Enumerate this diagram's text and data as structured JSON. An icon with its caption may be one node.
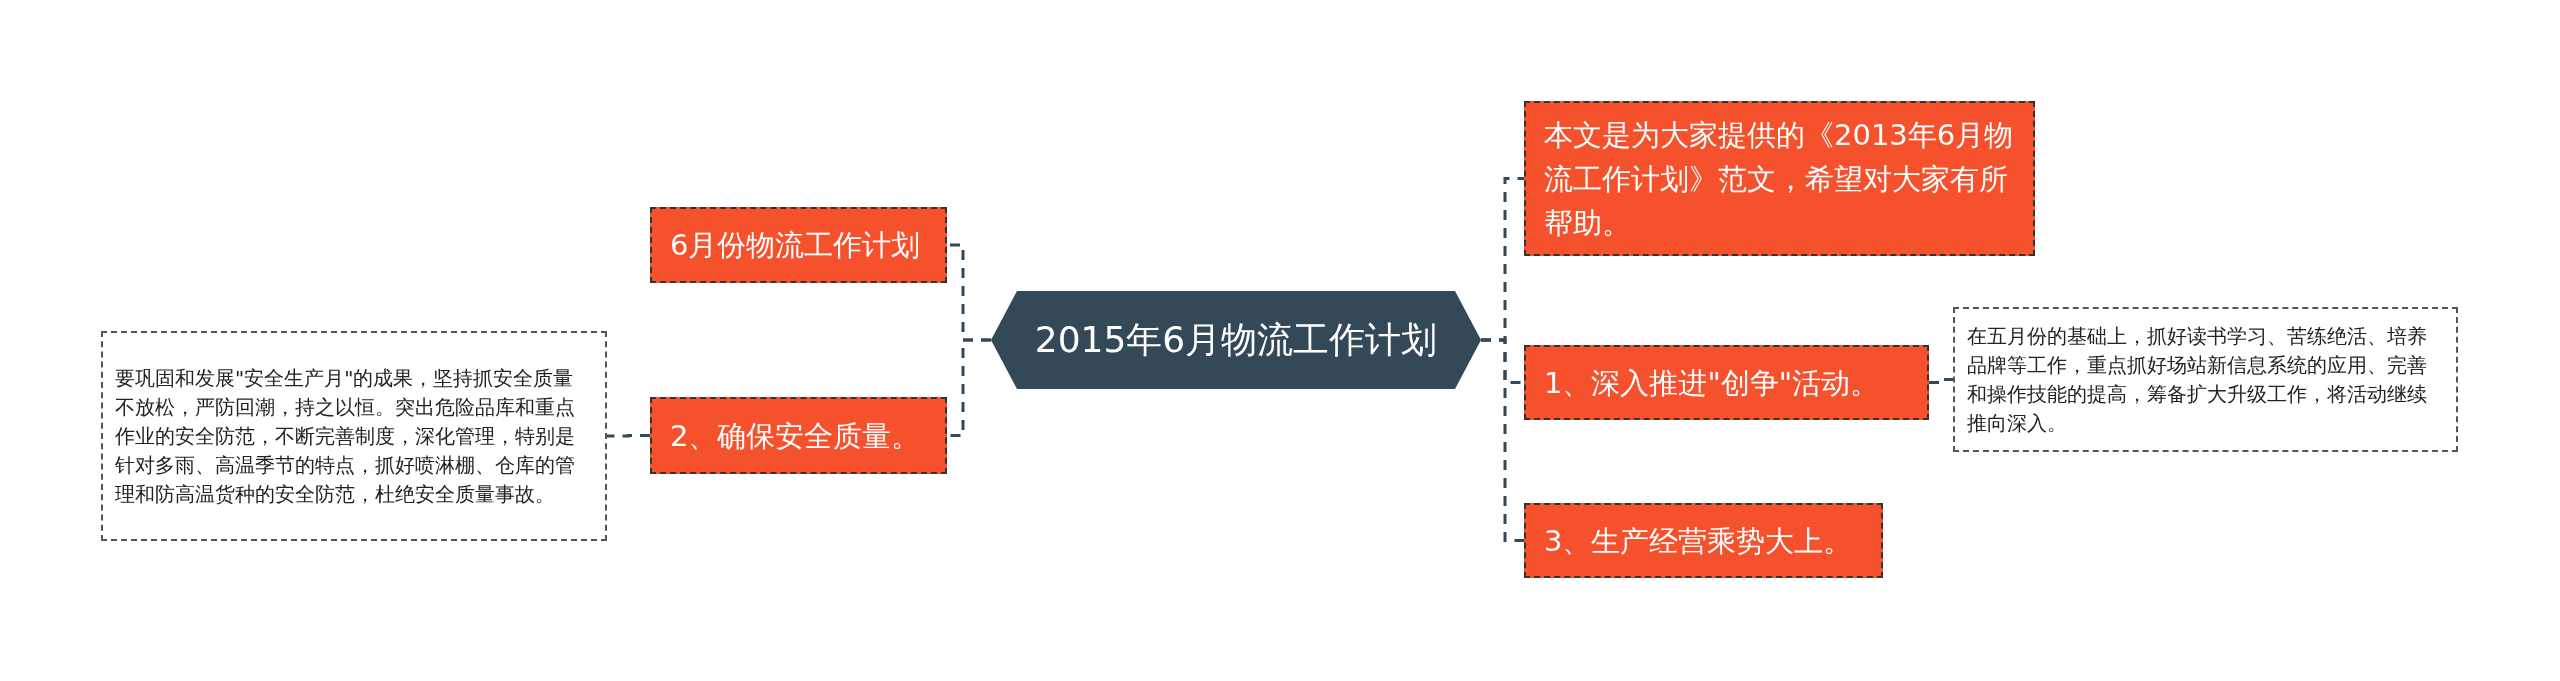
{
  "diagram": {
    "nodes": [
      {
        "text": [
          "2015年6月物流工作计划"
        ]
      },
      {
        "text": [
          "6月份物流工作计划"
        ]
      },
      {
        "text": [
          "2、确保安全质量。"
        ]
      },
      {
        "text": [
          "要巩固和发展\"安全生产月\"的成果，坚持抓安全质量不放松，严防回潮，持之以恒。突出危险品库和重点作业的安全防范，不断完善制度，深化管理，特别是针对多雨、高温季节的特点，抓好喷淋棚、仓库的管理和防高温货种的安全防范，杜绝安全质量事故。"
        ]
      },
      {
        "text": [
          "本文是为大家提供的《2013年6月物流工作计划》范文，希望对大家有所帮助。"
        ]
      },
      {
        "text": [
          "1、深入推进\"创争\"活动。"
        ]
      },
      {
        "text": [
          "在五月份的基础上，抓好读书学习、苦练绝活、培养品牌等工作，重点抓好场站新信息系统的应用、完善和操作技能的提高，筹备扩大升级工作，将活动继续推向深入。"
        ]
      },
      {
        "text": [
          "3、生产经营乘势大上。"
        ]
      }
    ],
    "edges": [
      {
        "from": 0,
        "to": 1,
        "arrow": "none",
        "style": "dashed"
      },
      {
        "from": 0,
        "to": 2,
        "arrow": "none",
        "style": "dashed"
      },
      {
        "from": 2,
        "to": 3,
        "arrow": "none",
        "style": "dashed"
      },
      {
        "from": 0,
        "to": 4,
        "arrow": "none",
        "style": "dashed"
      },
      {
        "from": 0,
        "to": 5,
        "arrow": "none",
        "style": "dashed"
      },
      {
        "from": 5,
        "to": 6,
        "arrow": "none",
        "style": "dashed"
      },
      {
        "from": 0,
        "to": 7,
        "arrow": "none",
        "style": "dashed"
      }
    ]
  }
}
